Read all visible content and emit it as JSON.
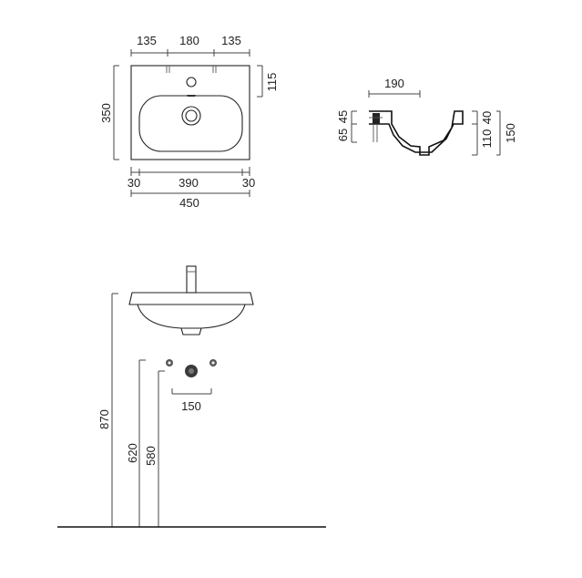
{
  "top_view": {
    "tap_spacing": [
      "135",
      "180",
      "135"
    ],
    "depth": "350",
    "tap_offset": "115",
    "bottom_widths": [
      "30",
      "390",
      "30"
    ],
    "overall_width": "450"
  },
  "section_view": {
    "width": "190",
    "left_heights": [
      "65",
      "45"
    ],
    "right_heights": [
      "110",
      "40"
    ],
    "overall_height": "150"
  },
  "front_view": {
    "basin_height": "870",
    "outlet_height_1": "620",
    "outlet_height_2": "580",
    "tap_spacing": "150"
  }
}
